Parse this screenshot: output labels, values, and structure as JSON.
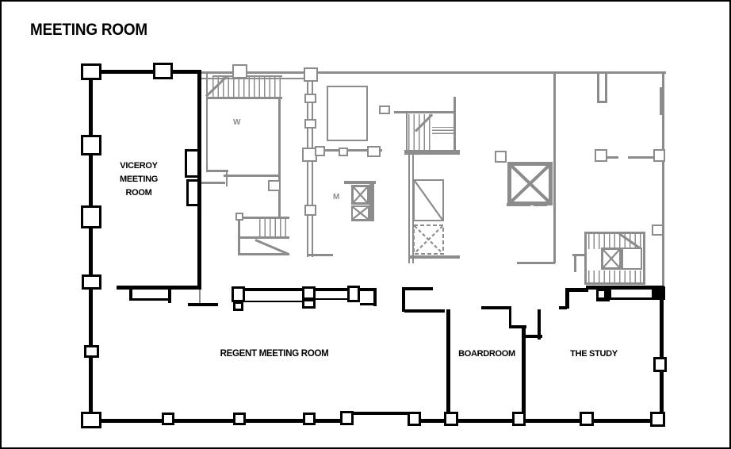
{
  "title": "MEETING ROOM",
  "rooms": [
    {
      "name": "viceroy-meeting-room",
      "label_lines": [
        "VICEROY",
        "MEETING",
        "ROOM"
      ]
    },
    {
      "name": "regent-meeting-room",
      "label": "REGENT MEETING ROOM"
    },
    {
      "name": "boardroom",
      "label": "BOARDROOM"
    },
    {
      "name": "the-study",
      "label": "THE STUDY"
    }
  ],
  "markers": [
    {
      "name": "womens-washroom",
      "label": "W"
    },
    {
      "name": "mens-washroom",
      "label": "M"
    }
  ],
  "colors": {
    "featured_wall": "#000000",
    "core_wall": "#8c8c8c",
    "background": "#ffffff"
  }
}
